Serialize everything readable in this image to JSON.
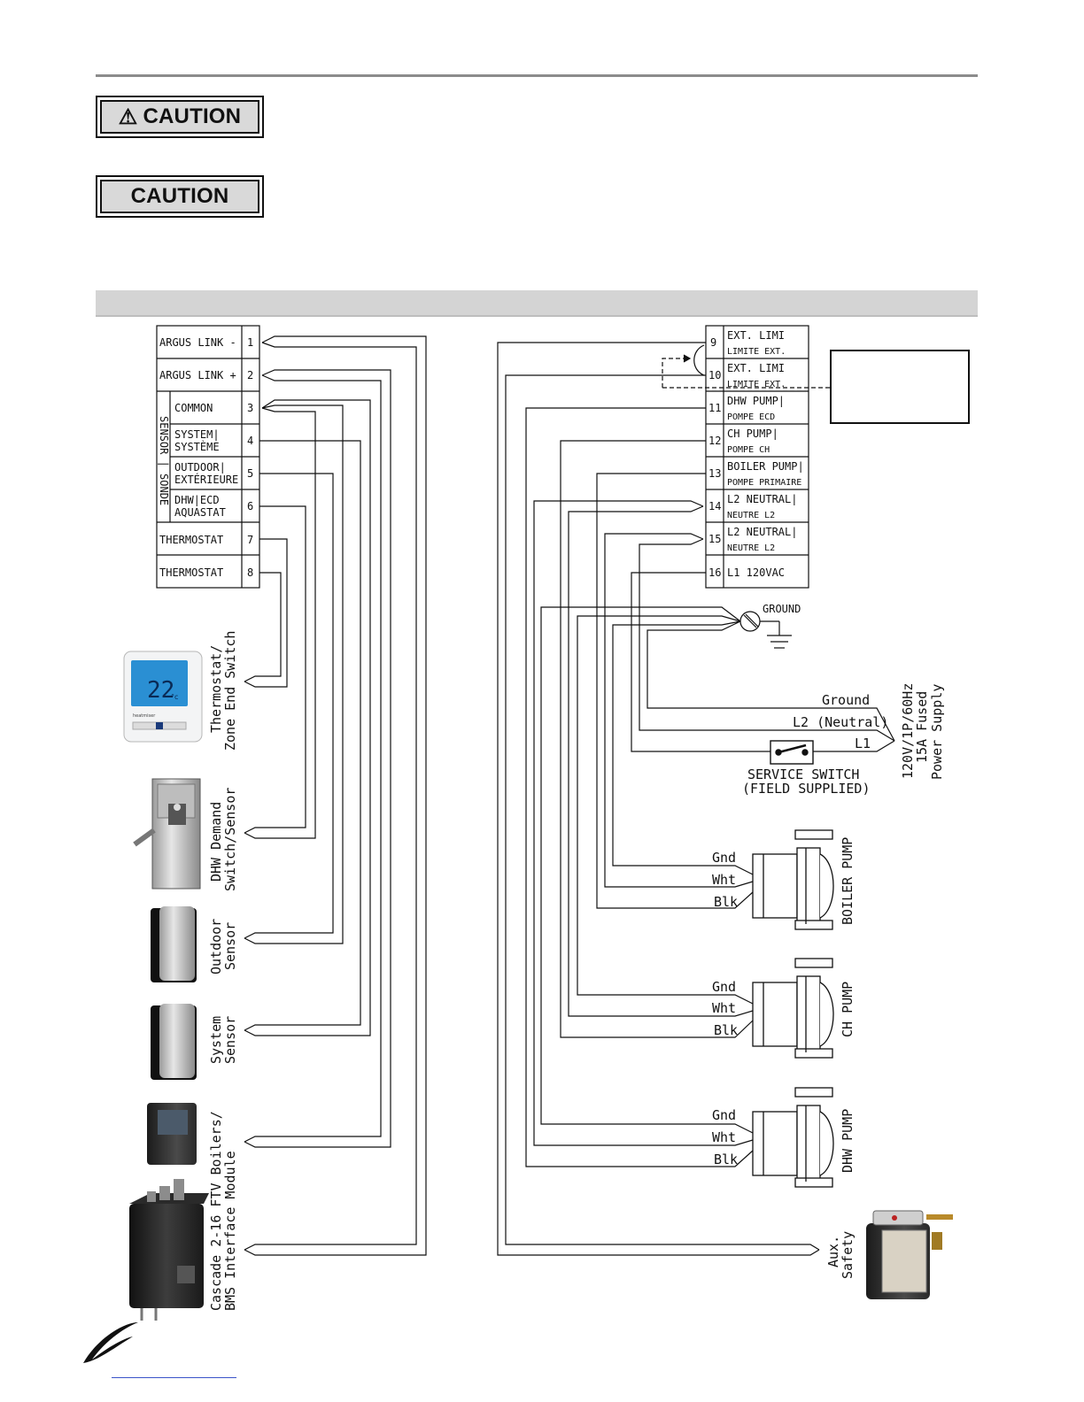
{
  "caution_labels": [
    "CAUTION",
    "CAUTION"
  ],
  "left_terminals": [
    {
      "label1": "ARGUS LINK -",
      "label2": "",
      "num": "1"
    },
    {
      "label1": "ARGUS LINK +",
      "label2": "",
      "num": "2"
    },
    {
      "label1": "COMMON",
      "label2": "",
      "num": "3"
    },
    {
      "label1": "SYSTEM|",
      "label2": "SYSTÈME",
      "num": "4"
    },
    {
      "label1": "OUTDOOR|",
      "label2": "EXTÉRIEURE",
      "num": "5"
    },
    {
      "label1": "DHW|ECD",
      "label2": "AQUASTAT",
      "num": "6"
    },
    {
      "label1": "THERMOSTAT",
      "label2": "",
      "num": "7"
    },
    {
      "label1": "THERMOSTAT",
      "label2": "",
      "num": "8"
    }
  ],
  "sensor_group_label": "SENSOR | SONDE",
  "right_terminals": [
    {
      "num": "9",
      "label1": "EXT. LIMI",
      "label2": "LIMITE EXT."
    },
    {
      "num": "10",
      "label1": "EXT. LIMI",
      "label2": "LIMITE EXT."
    },
    {
      "num": "11",
      "label1": "DHW PUMP|",
      "label2": "POMPE ECD"
    },
    {
      "num": "12",
      "label1": "CH PUMP|",
      "label2": "POMPE CH"
    },
    {
      "num": "13",
      "label1": "BOILER PUMP|",
      "label2": "POMPE PRIMAIRE"
    },
    {
      "num": "14",
      "label1": "L2 NEUTRAL|",
      "label2": "NEUTRE L2"
    },
    {
      "num": "15",
      "label1": "L2 NEUTRAL|",
      "label2": "NEUTRE L2"
    },
    {
      "num": "16",
      "label1": "L1 120VAC",
      "label2": ""
    }
  ],
  "left_devices": [
    {
      "line1": "Thermostat/",
      "line2": "Zone End Switch"
    },
    {
      "line1": "DHW Demand",
      "line2": "Switch/Sensor"
    },
    {
      "line1": "Outdoor",
      "line2": "Sensor"
    },
    {
      "line1": "System",
      "line2": "Sensor"
    },
    {
      "line1": "Cascade 2-16 FTV Boilers/",
      "line2": "BMS Interface Module"
    }
  ],
  "thermostat_display": "22",
  "thermostat_unit": "°c",
  "thermostat_brand": "heatmiser",
  "ground_label": "GROUND",
  "power_wires": {
    "ground": "Ground",
    "neutral": "L2 (Neutral)",
    "line": "L1"
  },
  "service_switch": {
    "line1": "SERVICE SWITCH",
    "line2": "(FIELD SUPPLIED)"
  },
  "power_supply": {
    "line1": "120V/1P/60Hz",
    "line2": "15A Fused",
    "line3": "Power Supply"
  },
  "pumps": [
    {
      "name": "BOILER PUMP",
      "wires": [
        "Gnd",
        "Wht",
        "Blk"
      ]
    },
    {
      "name": "CH PUMP",
      "wires": [
        "Gnd",
        "Wht",
        "Blk"
      ]
    },
    {
      "name": "DHW PUMP",
      "wires": [
        "Gnd",
        "Wht",
        "Blk"
      ]
    }
  ],
  "aux_safety": {
    "line1": "Aux.",
    "line2": "Safety"
  }
}
